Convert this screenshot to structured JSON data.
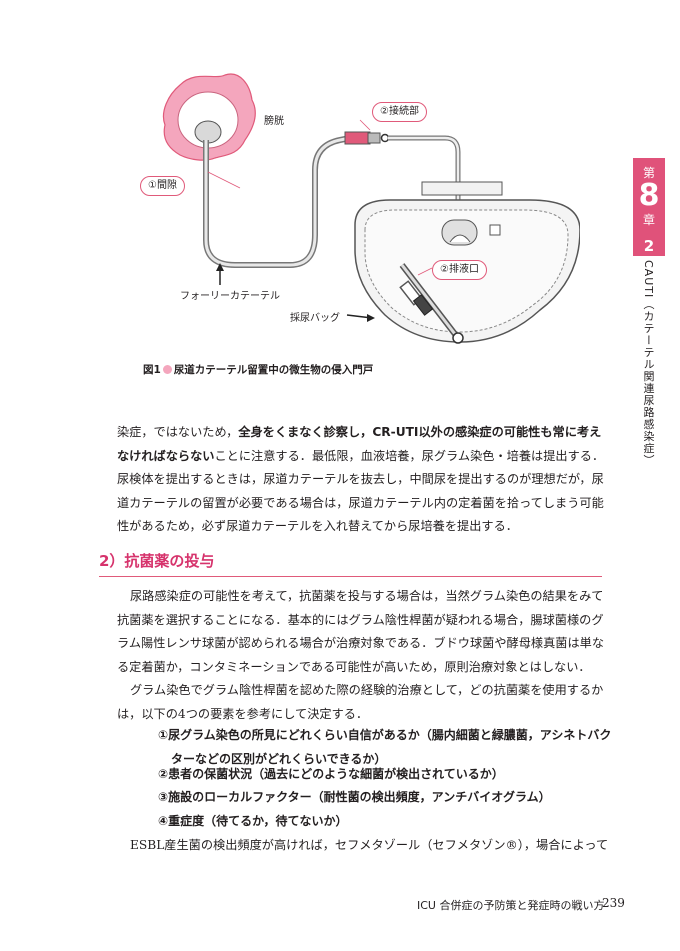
{
  "figure": {
    "labels": {
      "meatus": "①間隙",
      "bladder": "膀胱",
      "junction": "②接続部",
      "drain": "②排液口",
      "catheter": "フォーリーカテーテル",
      "bag": "採尿バッグ"
    },
    "caption_prefix": "図1",
    "caption_text": "尿道カテーテル留置中の微生物の侵入門戸",
    "colors": {
      "accent": "#e0527a",
      "bladder": "#f4a6bd"
    }
  },
  "chapter_tab": {
    "dai": "第",
    "number": "8",
    "sho": "章",
    "section": "2",
    "side_title": "CAUTI（カテーテル関連尿路感染症）"
  },
  "para1": {
    "l1a": "染症，ではないため，",
    "l1b": "全身をくまなく診察し，CR-UTI以外の感染症の可能性も常に考え",
    "l2a": "なければならない",
    "l2b": "ことに注意する．最低限，血液培養，尿グラム染色・培養は提出する．",
    "l3": "尿検体を提出するときは，尿道カテーテルを抜去し，中間尿を提出するのが理想だが，尿",
    "l4": "道カテーテルの留置が必要である場合は，尿道カテーテル内の定着菌を拾ってしまう可能",
    "l5": "性があるため，必ず尿道カテーテルを入れ替えてから尿培養を提出する．"
  },
  "heading2": "2）抗菌薬の投与",
  "para2": {
    "l1": "尿路感染症の可能性を考えて，抗菌薬を投与する場合は，当然グラム染色の結果をみて",
    "l2": "抗菌薬を選択することになる．基本的にはグラム陰性桿菌が疑われる場合，腸球菌様のグ",
    "l3": "ラム陽性レンサ球菌が認められる場合が治療対象である．ブドウ球菌や酵母様真菌は単な",
    "l4": "る定着菌か，コンタミネーションである可能性が高いため，原則治療対象とはしない．"
  },
  "para3": {
    "l1": "グラム染色でグラム陰性桿菌を認めた際の経験的治療として，どの抗菌薬を使用するか",
    "l2": "は，以下の4つの要素を参考にして決定する．"
  },
  "list": {
    "i1a": "①尿グラム染色の所見にどれくらい自信があるか（腸内細菌と緑膿菌，アシネトバク",
    "i1b": "ターなどの区別がどれくらいできるか）",
    "i2": "②患者の保菌状況（過去にどのような細菌が検出されているか）",
    "i3": "③施設のローカルファクター（耐性菌の検出頻度，アンチバイオグラム）",
    "i4": "④重症度（待てるか，待てないか）"
  },
  "para4": {
    "l1": "ESBL産生菌の検出頻度が高ければ，セフメタゾール（セフメタゾン®），場合によって"
  },
  "footer": {
    "title": "ICU 合併症の予防策と発症時の戦い方",
    "page": "239"
  }
}
